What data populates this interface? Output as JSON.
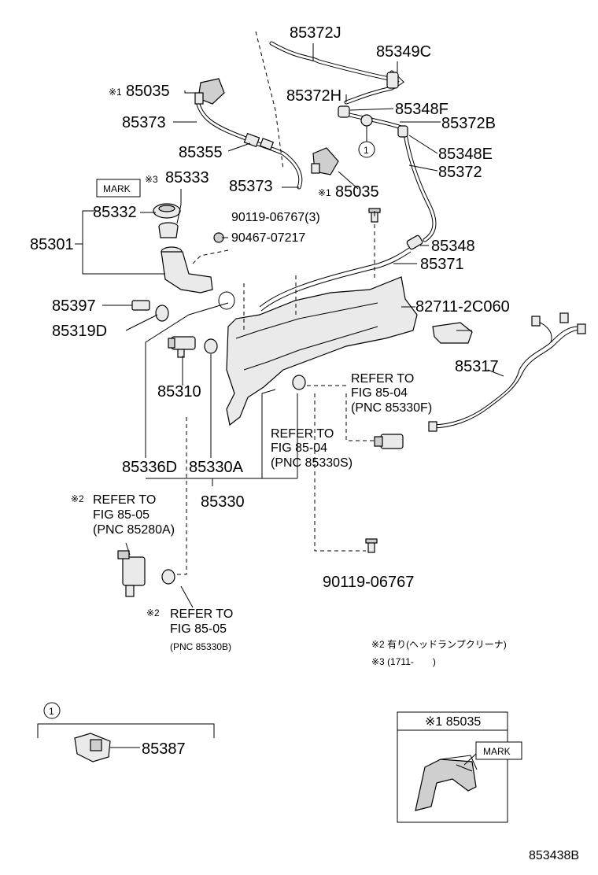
{
  "diagram_id": "853438B",
  "labels": {
    "p85372J": "85372J",
    "p85349C": "85349C",
    "p85035a_mark": "※1",
    "p85035a": "85035",
    "p85372H": "85372H",
    "p85348F": "85348F",
    "p85373a": "85373",
    "p85372B": "85372B",
    "p85355": "85355",
    "p85348E": "85348E",
    "p85372": "85372",
    "p85333_mark": "※3",
    "p85333": "85333",
    "mark_box": "MARK",
    "p85373b": "85373",
    "p85035b_mark": "※1",
    "p85035b": "85035",
    "p85332": "85332",
    "p90119q": "90119-06767(3)",
    "p85301": "85301",
    "p90467": "90467-07217",
    "p85348": "85348",
    "p85371": "85371",
    "p85397": "85397",
    "p82711": "82711-2C060",
    "p85319D": "85319D",
    "p85317": "85317",
    "p85310": "85310",
    "ref_f_1": "REFER TO",
    "ref_f_2": "FIG 85-04",
    "ref_f_3": "(PNC 85330F)",
    "ref_s_1": "REFER TO",
    "ref_s_2": "FIG 85-04",
    "ref_s_3": "(PNC 85330S)",
    "p85336D": "85336D",
    "p85330A": "85330A",
    "p85330": "85330",
    "ref_a_mark": "※2",
    "ref_a_1": "REFER TO",
    "ref_a_2": "FIG 85-05",
    "ref_a_3": "(PNC 85280A)",
    "p90119": "90119-06767",
    "ref_b_mark": "※2",
    "ref_b_1": "REFER TO",
    "ref_b_2": "FIG 85-05",
    "ref_b_3": "(PNC 85330B)",
    "note2": "※2 有り(ヘッドランプクリーナ)",
    "note3": "※3 (1711-　　)",
    "circle_1": "1",
    "circle_1b": "1",
    "p85387": "85387",
    "inset_title": "※1 85035",
    "inset_mark": "MARK",
    "footer_id": "853438B"
  }
}
